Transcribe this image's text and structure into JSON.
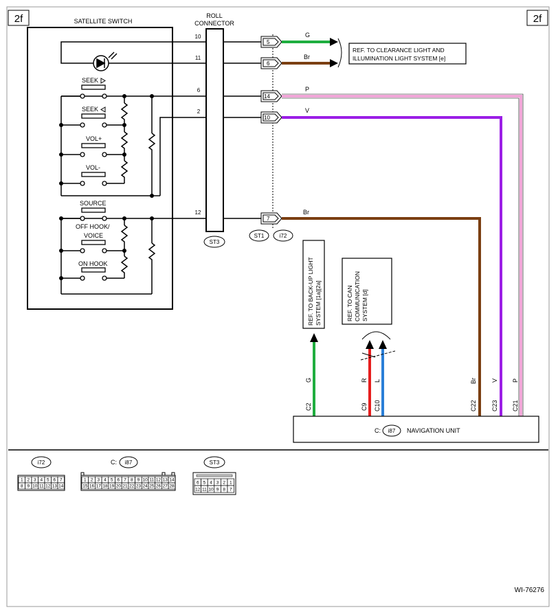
{
  "page": {
    "tag_left": "2f",
    "tag_right": "2f",
    "diagram_id": "WI-76276"
  },
  "switch": {
    "title": "SATELLITE SWITCH",
    "seek_up": "SEEK",
    "seek_down": "SEEK",
    "vol_up": "VOL+",
    "vol_down": "VOL-",
    "source": "SOURCE",
    "off_hook_1": "OFF HOOK/",
    "off_hook_2": "VOICE",
    "on_hook": "ON HOOK"
  },
  "roll": {
    "title_1": "ROLL",
    "title_2": "CONNECTOR",
    "tag": "ST3",
    "pin_10": "10",
    "pin_11": "11",
    "pin_6": "6",
    "pin_2": "2",
    "pin_12": "12"
  },
  "connector": {
    "st1": "ST1",
    "i72": "i72",
    "pin_5": "5",
    "pin_6": "6",
    "pin_14": "14",
    "pin_10": "10",
    "pin_7": "7"
  },
  "wires": {
    "g": "G",
    "br_top": "Br",
    "p": "P",
    "v": "V",
    "br_mid": "Br",
    "g_vert": "G",
    "r_vert": "R",
    "l_vert": "L",
    "br_vert": "Br",
    "v_vert": "V",
    "p_vert": "P"
  },
  "refs": {
    "clearance_1": "REF. TO CLEARANCE LIGHT AND",
    "clearance_2": "ILLUMINATION LIGHT SYSTEM [e]",
    "backup_1": "REF. TO BACK-UP LIGHT",
    "backup_2": "SYSTEM [1a][2a]",
    "can_1": "REF. TO CAN",
    "can_2": "COMMUNICATION",
    "can_3": "SYSTEM [d]"
  },
  "nav": {
    "prefix": "C:",
    "tag": "i87",
    "label": "NAVIGATION UNIT",
    "pin_c2": "C2",
    "pin_c9": "C9",
    "pin_c10": "C10",
    "pin_c22": "C22",
    "pin_c23": "C23",
    "pin_c21": "C21"
  },
  "legend": {
    "i72_tag": "i72",
    "i72_row1": [
      "1",
      "2",
      "3",
      "4",
      "5",
      "6",
      "7"
    ],
    "i72_row2": [
      "8",
      "9",
      "10",
      "11",
      "12",
      "13",
      "14"
    ],
    "i87_prefix": "C:",
    "i87_tag": "i87",
    "i87_row1": [
      "1",
      "2",
      "3",
      "4",
      "5",
      "6",
      "7",
      "8",
      "9",
      "10",
      "11",
      "12",
      "13",
      "14"
    ],
    "i87_row2": [
      "15",
      "16",
      "17",
      "18",
      "19",
      "20",
      "21",
      "22",
      "23",
      "24",
      "25",
      "26",
      "27",
      "28"
    ],
    "st3_tag": "ST3",
    "st3_row1": [
      "6",
      "5",
      "4",
      "3",
      "2",
      "1"
    ],
    "st3_row2": [
      "12",
      "11",
      "10",
      "9",
      "8",
      "7"
    ]
  },
  "colors": {
    "green": "#1fae3f",
    "brown": "#7b3f12",
    "pink": "#f1a6d8",
    "violet": "#9b1ee6",
    "red": "#e61e1e",
    "blue": "#2a7fd8"
  }
}
